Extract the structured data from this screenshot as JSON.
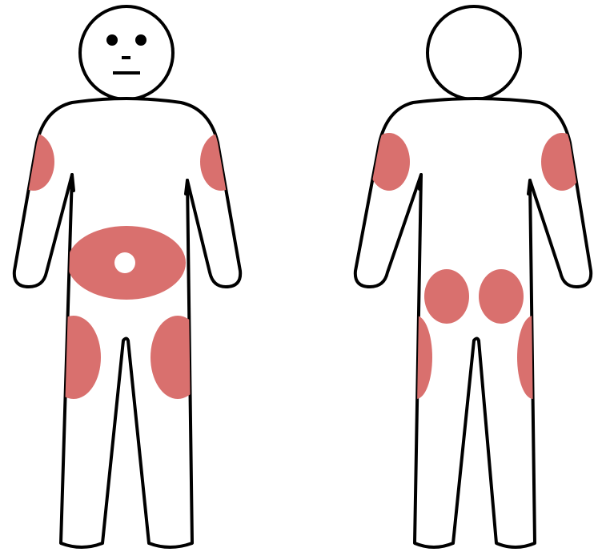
{
  "colors": {
    "outline": "#000000",
    "background": "#ffffff",
    "injection_site": "#d9706e",
    "navel": "#ffffff"
  },
  "figures": [
    {
      "view": "front",
      "face": true,
      "highlighted_sites": [
        "left-upper-arm",
        "right-upper-arm",
        "abdomen",
        "left-thigh",
        "right-thigh"
      ],
      "abdomen_excludes_navel": true
    },
    {
      "view": "back",
      "face": false,
      "highlighted_sites": [
        "left-upper-arm",
        "right-upper-arm",
        "left-buttock",
        "right-buttock",
        "left-thigh",
        "right-thigh"
      ]
    }
  ]
}
